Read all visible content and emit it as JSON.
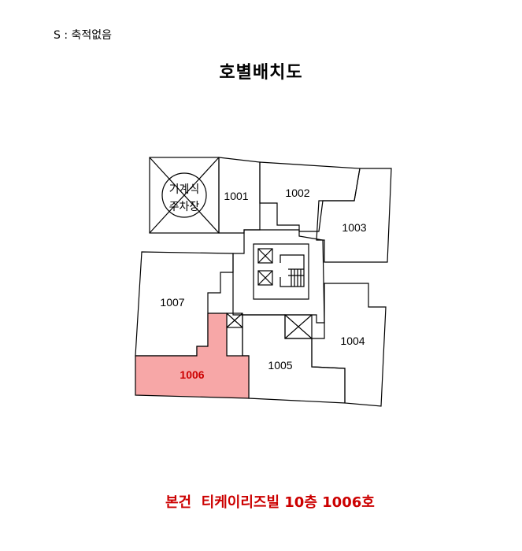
{
  "header": {
    "scale_note": "S : 축적없음",
    "title": "호별배치도"
  },
  "plan": {
    "parking_label_line1": "기계식",
    "parking_label_line2": "주차장",
    "units": {
      "u1001": "1001",
      "u1002": "1002",
      "u1003": "1003",
      "u1004": "1004",
      "u1005": "1005",
      "u1006": "1006",
      "u1007": "1007"
    },
    "highlight_unit": "1006",
    "colors": {
      "highlight_fill": "#f7a7a7",
      "highlight_stroke": "#cc0000",
      "line": "#000000"
    }
  },
  "footer": {
    "text": "본건  티케이리즈빌 10층 1006호"
  }
}
